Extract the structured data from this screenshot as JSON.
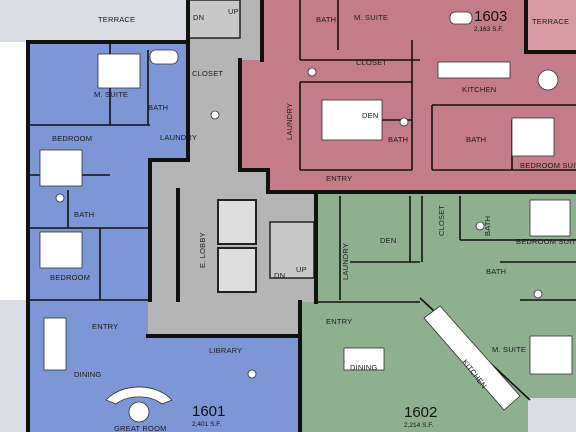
{
  "units": [
    {
      "id": "1601",
      "number": "1601",
      "area": "2,401 S.F.",
      "color": "#7d96d6"
    },
    {
      "id": "1602",
      "number": "1602",
      "area": "2,214 S.F.",
      "color": "#8fb08f"
    },
    {
      "id": "1603",
      "number": "1603",
      "area": "2,163 S.F.",
      "color": "#c47c89"
    }
  ],
  "colors": {
    "common": "#b5b5b5",
    "terrace": "#d9dde3",
    "terrace_1603": "#d79ba6"
  },
  "rooms": {
    "terrace_1601": "TERRACE",
    "msuite_1601": "M. SUITE",
    "closet_1601": "CLOSET",
    "bath_1601_a": "BATH",
    "laundry_1601": "LAUNDRY",
    "bedroom_1601_a": "BEDROOM",
    "bath_1601_b": "BATH",
    "bedroom_1601_b": "BEDROOM",
    "entry_1601": "ENTRY",
    "dining_1601": "DINING",
    "great_room_1601": "GREAT ROOM",
    "library": "LIBRARY",
    "dn_top": "DN",
    "up_top": "UP",
    "e_lobby": "E. LOBBY",
    "dn_mid": "DN",
    "up_mid": "UP",
    "bath_1603_a": "BATH",
    "msuite_1603": "M. SUITE",
    "terrace_1603": "TERRACE",
    "closet_1603": "CLOSET",
    "kitchen_1603": "KITCHEN",
    "laundry_1603": "LAUNDRY",
    "den_1603": "DEN",
    "bath_1603_b": "BATH",
    "bath_1603_c": "BATH",
    "bedroom_suite_1603": "BEDROOM SUITE",
    "entry_1603": "ENTRY",
    "den_1602": "DEN",
    "closet_1602": "CLOSET",
    "bath_1602_a": "BATH",
    "bedroom_suite_1602": "BEDROOM SUITE",
    "laundry_1602": "LAUNDRY",
    "bath_1602_b": "BATH",
    "entry_1602": "ENTRY",
    "msuite_1602": "M. SUITE",
    "dining_1602": "DINING",
    "kitchen_1602": "KITCHEN"
  }
}
